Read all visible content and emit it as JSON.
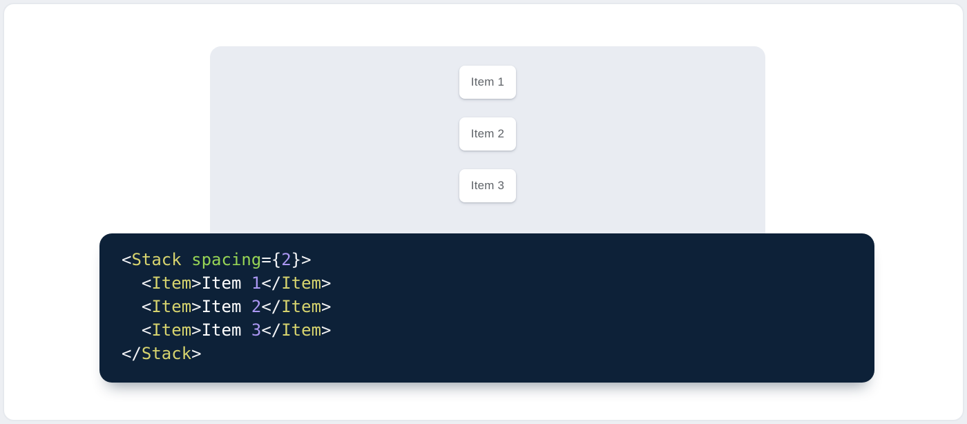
{
  "page": {
    "background": "#edeff3",
    "card_background": "#ffffff",
    "card_border_color": "#e6e9ee"
  },
  "demo": {
    "panel_bg": "#e9ecf2",
    "item_text_color": "#5f6368",
    "items": [
      {
        "label": "Item 1"
      },
      {
        "label": "Item 2"
      },
      {
        "label": "Item 3"
      }
    ]
  },
  "code_block": {
    "background": "#0d2138",
    "language": "jsx",
    "token_colors": {
      "tag": "#d6d36e",
      "attr": "#96d355",
      "number": "#ab97f2",
      "punctuation": "#f2f3f5",
      "text": "#ffffff"
    },
    "lines": [
      [
        {
          "text": "<",
          "type": "punctuation"
        },
        {
          "text": "Stack",
          "type": "tag"
        },
        {
          "text": " ",
          "type": "text"
        },
        {
          "text": "spacing",
          "type": "attr"
        },
        {
          "text": "={",
          "type": "punctuation"
        },
        {
          "text": "2",
          "type": "number"
        },
        {
          "text": "}>",
          "type": "punctuation"
        }
      ],
      [
        {
          "text": "  ",
          "type": "text"
        },
        {
          "text": "<",
          "type": "punctuation"
        },
        {
          "text": "Item",
          "type": "tag"
        },
        {
          "text": ">",
          "type": "punctuation"
        },
        {
          "text": "Item ",
          "type": "text"
        },
        {
          "text": "1",
          "type": "number"
        },
        {
          "text": "</",
          "type": "punctuation"
        },
        {
          "text": "Item",
          "type": "tag"
        },
        {
          "text": ">",
          "type": "punctuation"
        }
      ],
      [
        {
          "text": "  ",
          "type": "text"
        },
        {
          "text": "<",
          "type": "punctuation"
        },
        {
          "text": "Item",
          "type": "tag"
        },
        {
          "text": ">",
          "type": "punctuation"
        },
        {
          "text": "Item ",
          "type": "text"
        },
        {
          "text": "2",
          "type": "number"
        },
        {
          "text": "</",
          "type": "punctuation"
        },
        {
          "text": "Item",
          "type": "tag"
        },
        {
          "text": ">",
          "type": "punctuation"
        }
      ],
      [
        {
          "text": "  ",
          "type": "text"
        },
        {
          "text": "<",
          "type": "punctuation"
        },
        {
          "text": "Item",
          "type": "tag"
        },
        {
          "text": ">",
          "type": "punctuation"
        },
        {
          "text": "Item ",
          "type": "text"
        },
        {
          "text": "3",
          "type": "number"
        },
        {
          "text": "</",
          "type": "punctuation"
        },
        {
          "text": "Item",
          "type": "tag"
        },
        {
          "text": ">",
          "type": "punctuation"
        }
      ],
      [
        {
          "text": "</",
          "type": "punctuation"
        },
        {
          "text": "Stack",
          "type": "tag"
        },
        {
          "text": ">",
          "type": "punctuation"
        }
      ]
    ]
  }
}
